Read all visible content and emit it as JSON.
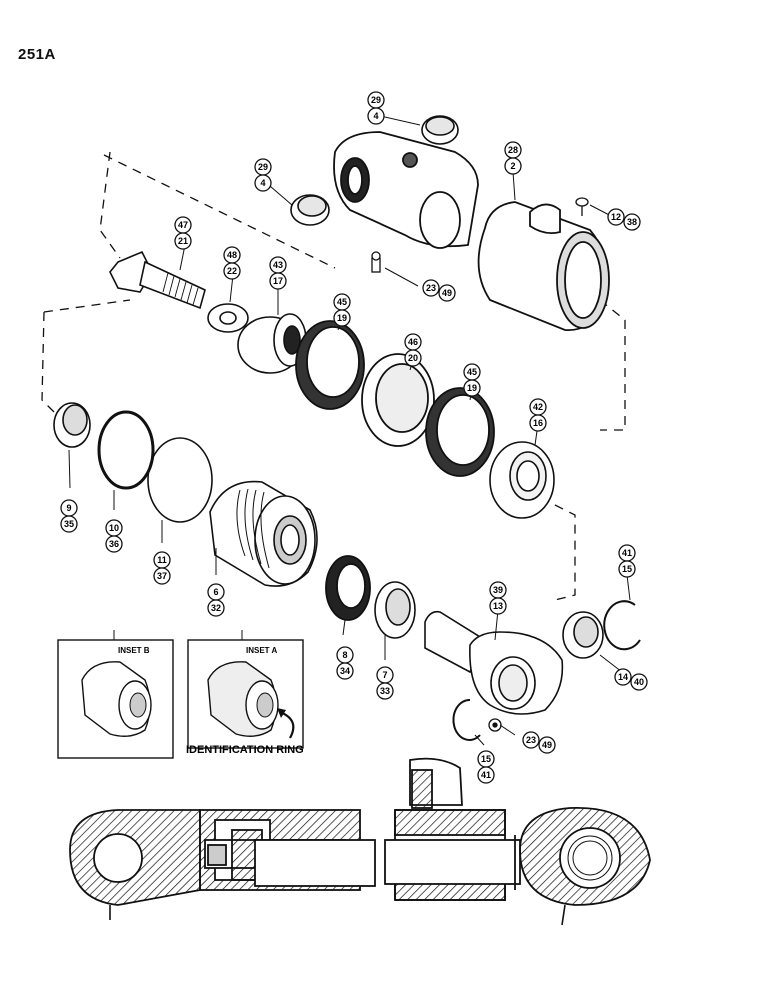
{
  "page_number": "251A",
  "insets": [
    {
      "id": "inset-b",
      "title": "INSET B",
      "ref": "32"
    },
    {
      "id": "inset-a",
      "title": "INSET A",
      "ref": "6"
    }
  ],
  "identification_label": "IDENTIFICATION RING",
  "callouts": [
    {
      "id": "c-4a",
      "top": "29",
      "bottom": "4"
    },
    {
      "id": "c-4b",
      "top": "29",
      "bottom": "4"
    },
    {
      "id": "c-2",
      "top": "28",
      "bottom": "2"
    },
    {
      "id": "c-12",
      "top": "12",
      "bottom": "38"
    },
    {
      "id": "c-21",
      "top": "47",
      "bottom": "21"
    },
    {
      "id": "c-22",
      "top": "48",
      "bottom": "22"
    },
    {
      "id": "c-17",
      "top": "43",
      "bottom": "17"
    },
    {
      "id": "c-23a",
      "top": "23",
      "bottom": "49"
    },
    {
      "id": "c-19a",
      "top": "45",
      "bottom": "19"
    },
    {
      "id": "c-20",
      "top": "46",
      "bottom": "20"
    },
    {
      "id": "c-19b",
      "top": "45",
      "bottom": "19"
    },
    {
      "id": "c-16",
      "top": "42",
      "bottom": "16"
    },
    {
      "id": "c-9",
      "top": "9",
      "bottom": "35"
    },
    {
      "id": "c-10",
      "top": "10",
      "bottom": "36"
    },
    {
      "id": "c-11",
      "top": "11",
      "bottom": "37"
    },
    {
      "id": "c-6",
      "top": "6",
      "bottom": "32"
    },
    {
      "id": "c-8",
      "top": "8",
      "bottom": "34"
    },
    {
      "id": "c-7",
      "top": "7",
      "bottom": "33"
    },
    {
      "id": "c-13",
      "top": "39",
      "bottom": "13"
    },
    {
      "id": "c-15a",
      "top": "41",
      "bottom": "15"
    },
    {
      "id": "c-14",
      "top": "14",
      "bottom": "40"
    },
    {
      "id": "c-23b",
      "top": "23",
      "bottom": "49"
    },
    {
      "id": "c-15b",
      "top": "15",
      "bottom": "41"
    }
  ]
}
